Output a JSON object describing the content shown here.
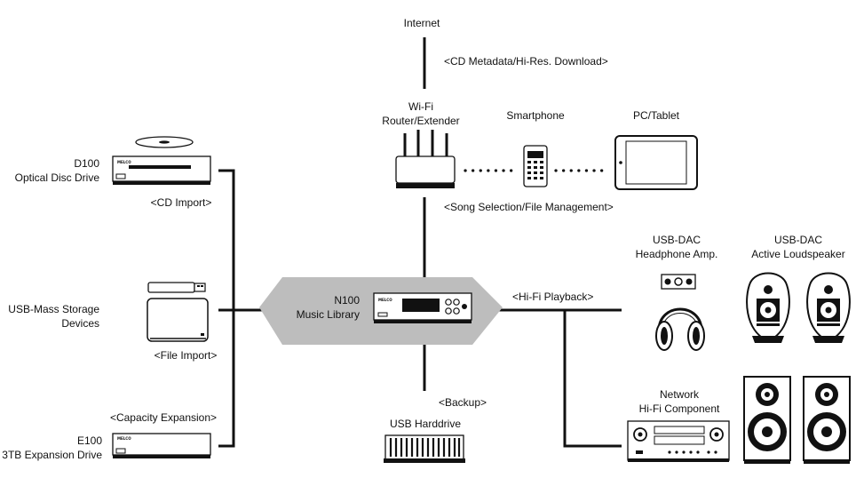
{
  "labels": {
    "internet": "Internet",
    "cd_metadata": "<CD Metadata/Hi-Res. Download>",
    "wifi_line1": "Wi-Fi",
    "wifi_line2": "Router/Extender",
    "smartphone": "Smartphone",
    "pc_tablet": "PC/Tablet",
    "song_selection": "<Song Selection/File Management>",
    "d100_line1": "D100",
    "d100_line2": "Optical Disc Drive",
    "cd_import": "<CD Import>",
    "usb_mass_line1": "USB-Mass Storage",
    "usb_mass_line2": "Devices",
    "file_import": "<File Import>",
    "capacity_expansion": "<Capacity Expansion>",
    "e100_line1": "E100",
    "e100_line2": "3TB Expansion Drive",
    "n100_line1": "N100",
    "n100_line2": "Music Library",
    "hifi_playback": "<Hi-Fi Playback>",
    "usb_dac_hp_line1": "USB-DAC",
    "usb_dac_hp_line2": "Headphone Amp.",
    "usb_dac_ls_line1": "USB-DAC",
    "usb_dac_ls_line2": "Active Loudspeaker",
    "backup": "<Backup>",
    "usb_harddrive": "USB Harddrive",
    "network_line1": "Network",
    "network_line2": "Hi-Fi Component"
  },
  "brand_marks": {
    "d100": "MELCO",
    "e100": "MELCO",
    "n100": "MELCO"
  },
  "colors": {
    "hub_hexagon": "#bdbdbd",
    "ink": "#111111"
  }
}
